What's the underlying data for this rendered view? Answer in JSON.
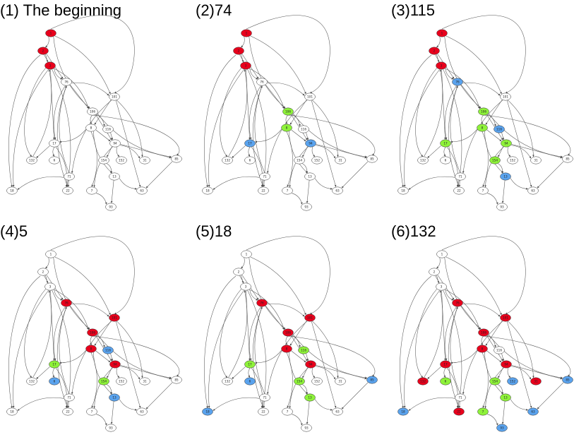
{
  "colors": {
    "unvisited": "#ffffff",
    "visited": "#e8001c",
    "frontier": "#8ef23a",
    "current": "#5aa3ee",
    "stroke": "#333333"
  },
  "nodes": [
    {
      "id": "n1",
      "label": "1"
    },
    {
      "id": "n2",
      "label": "2"
    },
    {
      "id": "n3",
      "label": "3"
    },
    {
      "id": "n76",
      "label": "76"
    },
    {
      "id": "n101",
      "label": "101"
    },
    {
      "id": "n106",
      "label": "106"
    },
    {
      "id": "n116",
      "label": "116"
    },
    {
      "id": "n8",
      "label": "8"
    },
    {
      "id": "n17",
      "label": "17"
    },
    {
      "id": "n94",
      "label": "94"
    },
    {
      "id": "n132",
      "label": "132"
    },
    {
      "id": "n6",
      "label": "6"
    },
    {
      "id": "n154",
      "label": "154"
    },
    {
      "id": "n152",
      "label": "152"
    },
    {
      "id": "n71",
      "label": "71"
    },
    {
      "id": "n85",
      "label": "85"
    },
    {
      "id": "n31",
      "label": "31"
    },
    {
      "id": "n13",
      "label": "13"
    },
    {
      "id": "n18",
      "label": "18"
    },
    {
      "id": "n22",
      "label": "22"
    },
    {
      "id": "n7",
      "label": "7"
    },
    {
      "id": "n63",
      "label": "63"
    },
    {
      "id": "n93",
      "label": "93"
    }
  ],
  "edges": [
    [
      "n1",
      "n2"
    ],
    [
      "n2",
      "n3"
    ],
    [
      "n1",
      "n106"
    ],
    [
      "n1",
      "n101"
    ],
    [
      "n2",
      "n76"
    ],
    [
      "n3",
      "n76"
    ],
    [
      "n3",
      "n106"
    ],
    [
      "n3",
      "n17"
    ],
    [
      "n3",
      "n18"
    ],
    [
      "n2",
      "n22"
    ],
    [
      "n76",
      "n106"
    ],
    [
      "n76",
      "n17"
    ],
    [
      "n76",
      "n101"
    ],
    [
      "n101",
      "n8"
    ],
    [
      "n101",
      "n71"
    ],
    [
      "n101",
      "n31"
    ],
    [
      "n101",
      "n63"
    ],
    [
      "n106",
      "n8"
    ],
    [
      "n106",
      "n116"
    ],
    [
      "n106",
      "n94"
    ],
    [
      "n106",
      "n85"
    ],
    [
      "n8",
      "n7"
    ],
    [
      "n8",
      "n94"
    ],
    [
      "n8",
      "n13"
    ],
    [
      "n8",
      "n17"
    ],
    [
      "n17",
      "n132"
    ],
    [
      "n17",
      "n6"
    ],
    [
      "n17",
      "n22"
    ],
    [
      "n94",
      "n154"
    ],
    [
      "n94",
      "n152"
    ],
    [
      "n94",
      "n31"
    ],
    [
      "n94",
      "n85"
    ],
    [
      "n94",
      "n7"
    ],
    [
      "n154",
      "n13"
    ],
    [
      "n71",
      "n22"
    ],
    [
      "n71",
      "n18"
    ],
    [
      "n71",
      "n76"
    ],
    [
      "n13",
      "n93"
    ],
    [
      "n13",
      "n63"
    ],
    [
      "n7",
      "n93"
    ],
    [
      "n85",
      "n63"
    ],
    [
      "n132",
      "n3"
    ],
    [
      "n22",
      "n76"
    ],
    [
      "n116",
      "n94"
    ]
  ],
  "panels": [
    {
      "title": "(1) The beginning",
      "visited": [
        "n1",
        "n2",
        "n3"
      ],
      "frontier": [],
      "current": []
    },
    {
      "title": "(2)74",
      "visited": [
        "n1",
        "n2",
        "n3"
      ],
      "frontier": [
        "n106",
        "n8"
      ],
      "current": [
        "n17",
        "n94"
      ]
    },
    {
      "title": "(3)115",
      "visited": [
        "n1",
        "n2",
        "n3"
      ],
      "frontier": [
        "n106",
        "n8",
        "n17",
        "n94",
        "n154"
      ],
      "current": [
        "n76",
        "n116",
        "n13"
      ]
    },
    {
      "title": "(4)5",
      "visited": [
        "n76",
        "n101",
        "n106",
        "n8",
        "n94"
      ],
      "frontier": [
        "n17",
        "n154"
      ],
      "current": [
        "n116",
        "n6",
        "n13"
      ]
    },
    {
      "title": "(5)18",
      "visited": [
        "n76",
        "n101",
        "n106",
        "n8",
        "n94"
      ],
      "frontier": [
        "n17",
        "n154",
        "n13",
        "n116"
      ],
      "current": [
        "n6",
        "n85",
        "n18"
      ]
    },
    {
      "title": "(6)132",
      "visited": [
        "n76",
        "n101",
        "n106",
        "n8",
        "n94",
        "n17",
        "n22",
        "n31",
        "n132"
      ],
      "frontier": [
        "n6",
        "n154",
        "n13",
        "n7"
      ],
      "current": [
        "n18",
        "n152",
        "n63",
        "n85",
        "n93",
        "n132x"
      ]
    }
  ]
}
